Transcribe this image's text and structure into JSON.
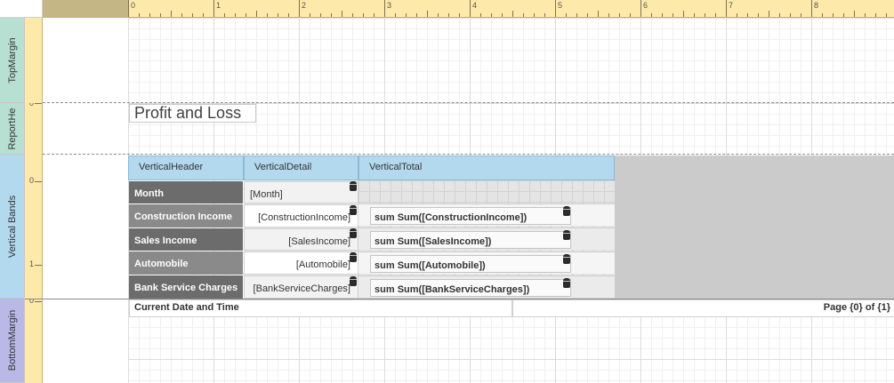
{
  "ruler": {
    "labels": [
      "0",
      "1",
      "2",
      "3",
      "4",
      "5",
      "6",
      "7",
      "8"
    ]
  },
  "vertical_ruler": {
    "top_margin_label": "0",
    "vertical_bands_labels": [
      "0",
      "1"
    ],
    "bottom_margin_label": "0"
  },
  "bands": {
    "top_margin": "TopMargin",
    "report_header": "ReportHe",
    "vertical_bands": "Vertical Bands",
    "bottom_margin": "BottomMargin"
  },
  "report": {
    "title": "Profit and Loss",
    "vertical_headers": {
      "header": "VerticalHeader",
      "detail": "VerticalDetail",
      "total": "VerticalTotal"
    },
    "rows": [
      {
        "label": "Month",
        "detail": "[Month]",
        "total_prefix": "",
        "total_expr": ""
      },
      {
        "label": "Construction Income",
        "detail": "[ConstructionIncome]",
        "total_prefix": "sum",
        "total_expr": "Sum([ConstructionIncome])"
      },
      {
        "label": "Sales Income",
        "detail": "[SalesIncome]",
        "total_prefix": "sum",
        "total_expr": "Sum([SalesIncome])"
      },
      {
        "label": "Automobile",
        "detail": "[Automobile]",
        "total_prefix": "sum",
        "total_expr": "Sum([Automobile])"
      },
      {
        "label": "Bank Service Charges",
        "detail": "[BankServiceCharges]",
        "total_prefix": "sum",
        "total_expr": "Sum([BankServiceCharges])"
      }
    ],
    "footer": {
      "left": "Current Date and Time",
      "right": "Page {0} of {1}"
    }
  },
  "colors": {
    "ruler": "#fde9a9",
    "top_margin_band": "#b8e0d2",
    "vertical_bands_band": "#b3d9ef",
    "bottom_margin_band": "#b9b9e8",
    "row_label_dark": "#6c6c6c",
    "row_label_light": "#8a8a8a"
  },
  "icons": {
    "field": "database-icon"
  }
}
